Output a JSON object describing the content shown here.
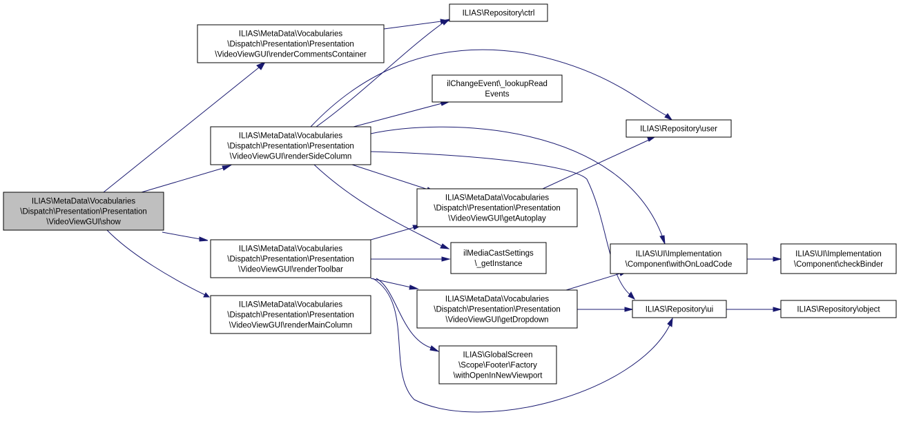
{
  "diagram": {
    "colors": {
      "edge": "#191970",
      "root_fill": "#bfbfbf",
      "node_fill": "#ffffff",
      "border": "#000000"
    },
    "nodes": [
      {
        "id": "show",
        "root": true,
        "lines": [
          "ILIAS\\MetaData\\Vocabularies",
          "\\Dispatch\\Presentation\\Presentation",
          "\\VideoViewGUI\\show"
        ]
      },
      {
        "id": "renderCommentsContainer",
        "lines": [
          "ILIAS\\MetaData\\Vocabularies",
          "\\Dispatch\\Presentation\\Presentation",
          "\\VideoViewGUI\\renderCommentsContainer"
        ]
      },
      {
        "id": "renderSideColumn",
        "lines": [
          "ILIAS\\MetaData\\Vocabularies",
          "\\Dispatch\\Presentation\\Presentation",
          "\\VideoViewGUI\\renderSideColumn"
        ]
      },
      {
        "id": "renderToolbar",
        "lines": [
          "ILIAS\\MetaData\\Vocabularies",
          "\\Dispatch\\Presentation\\Presentation",
          "\\VideoViewGUI\\renderToolbar"
        ]
      },
      {
        "id": "renderMainColumn",
        "lines": [
          "ILIAS\\MetaData\\Vocabularies",
          "\\Dispatch\\Presentation\\Presentation",
          "\\VideoViewGUI\\renderMainColumn"
        ]
      },
      {
        "id": "ctrl",
        "lines": [
          "ILIAS\\Repository\\ctrl"
        ]
      },
      {
        "id": "lookupReadEvents",
        "lines": [
          "ilChangeEvent\\_lookupRead",
          "Events"
        ]
      },
      {
        "id": "getAutoplay",
        "lines": [
          "ILIAS\\MetaData\\Vocabularies",
          "\\Dispatch\\Presentation\\Presentation",
          "\\VideoViewGUI\\getAutoplay"
        ]
      },
      {
        "id": "getInstance",
        "lines": [
          "ilMediaCastSettings",
          "\\_getInstance"
        ]
      },
      {
        "id": "getDropdown",
        "lines": [
          "ILIAS\\MetaData\\Vocabularies",
          "\\Dispatch\\Presentation\\Presentation",
          "\\VideoViewGUI\\getDropdown"
        ]
      },
      {
        "id": "withOpenInNewViewport",
        "lines": [
          "ILIAS\\GlobalScreen",
          "\\Scope\\Footer\\Factory",
          "\\withOpenInNewViewport"
        ]
      },
      {
        "id": "user",
        "lines": [
          "ILIAS\\Repository\\user"
        ]
      },
      {
        "id": "withOnLoadCode",
        "lines": [
          "ILIAS\\UI\\Implementation",
          "\\Component\\withOnLoadCode"
        ]
      },
      {
        "id": "ui",
        "lines": [
          "ILIAS\\Repository\\ui"
        ]
      },
      {
        "id": "checkBinder",
        "lines": [
          "ILIAS\\UI\\Implementation",
          "\\Component\\checkBinder"
        ]
      },
      {
        "id": "object",
        "lines": [
          "ILIAS\\Repository\\object"
        ]
      }
    ],
    "edges": [
      {
        "from": "show",
        "to": "renderCommentsContainer"
      },
      {
        "from": "show",
        "to": "renderSideColumn"
      },
      {
        "from": "show",
        "to": "renderToolbar"
      },
      {
        "from": "show",
        "to": "renderMainColumn"
      },
      {
        "from": "renderCommentsContainer",
        "to": "ctrl"
      },
      {
        "from": "renderSideColumn",
        "to": "ctrl"
      },
      {
        "from": "renderSideColumn",
        "to": "user"
      },
      {
        "from": "renderSideColumn",
        "to": "lookupReadEvents"
      },
      {
        "from": "renderSideColumn",
        "to": "withOnLoadCode"
      },
      {
        "from": "renderSideColumn",
        "to": "ui"
      },
      {
        "from": "renderSideColumn",
        "to": "getAutoplay"
      },
      {
        "from": "renderSideColumn",
        "to": "getInstance"
      },
      {
        "from": "renderToolbar",
        "to": "getAutoplay"
      },
      {
        "from": "renderToolbar",
        "to": "getInstance"
      },
      {
        "from": "renderToolbar",
        "to": "getDropdown"
      },
      {
        "from": "renderToolbar",
        "to": "withOpenInNewViewport"
      },
      {
        "from": "renderToolbar",
        "to": "ui"
      },
      {
        "from": "getAutoplay",
        "to": "user"
      },
      {
        "from": "getDropdown",
        "to": "withOnLoadCode"
      },
      {
        "from": "getDropdown",
        "to": "ui"
      },
      {
        "from": "withOnLoadCode",
        "to": "checkBinder"
      },
      {
        "from": "ui",
        "to": "object"
      }
    ]
  }
}
